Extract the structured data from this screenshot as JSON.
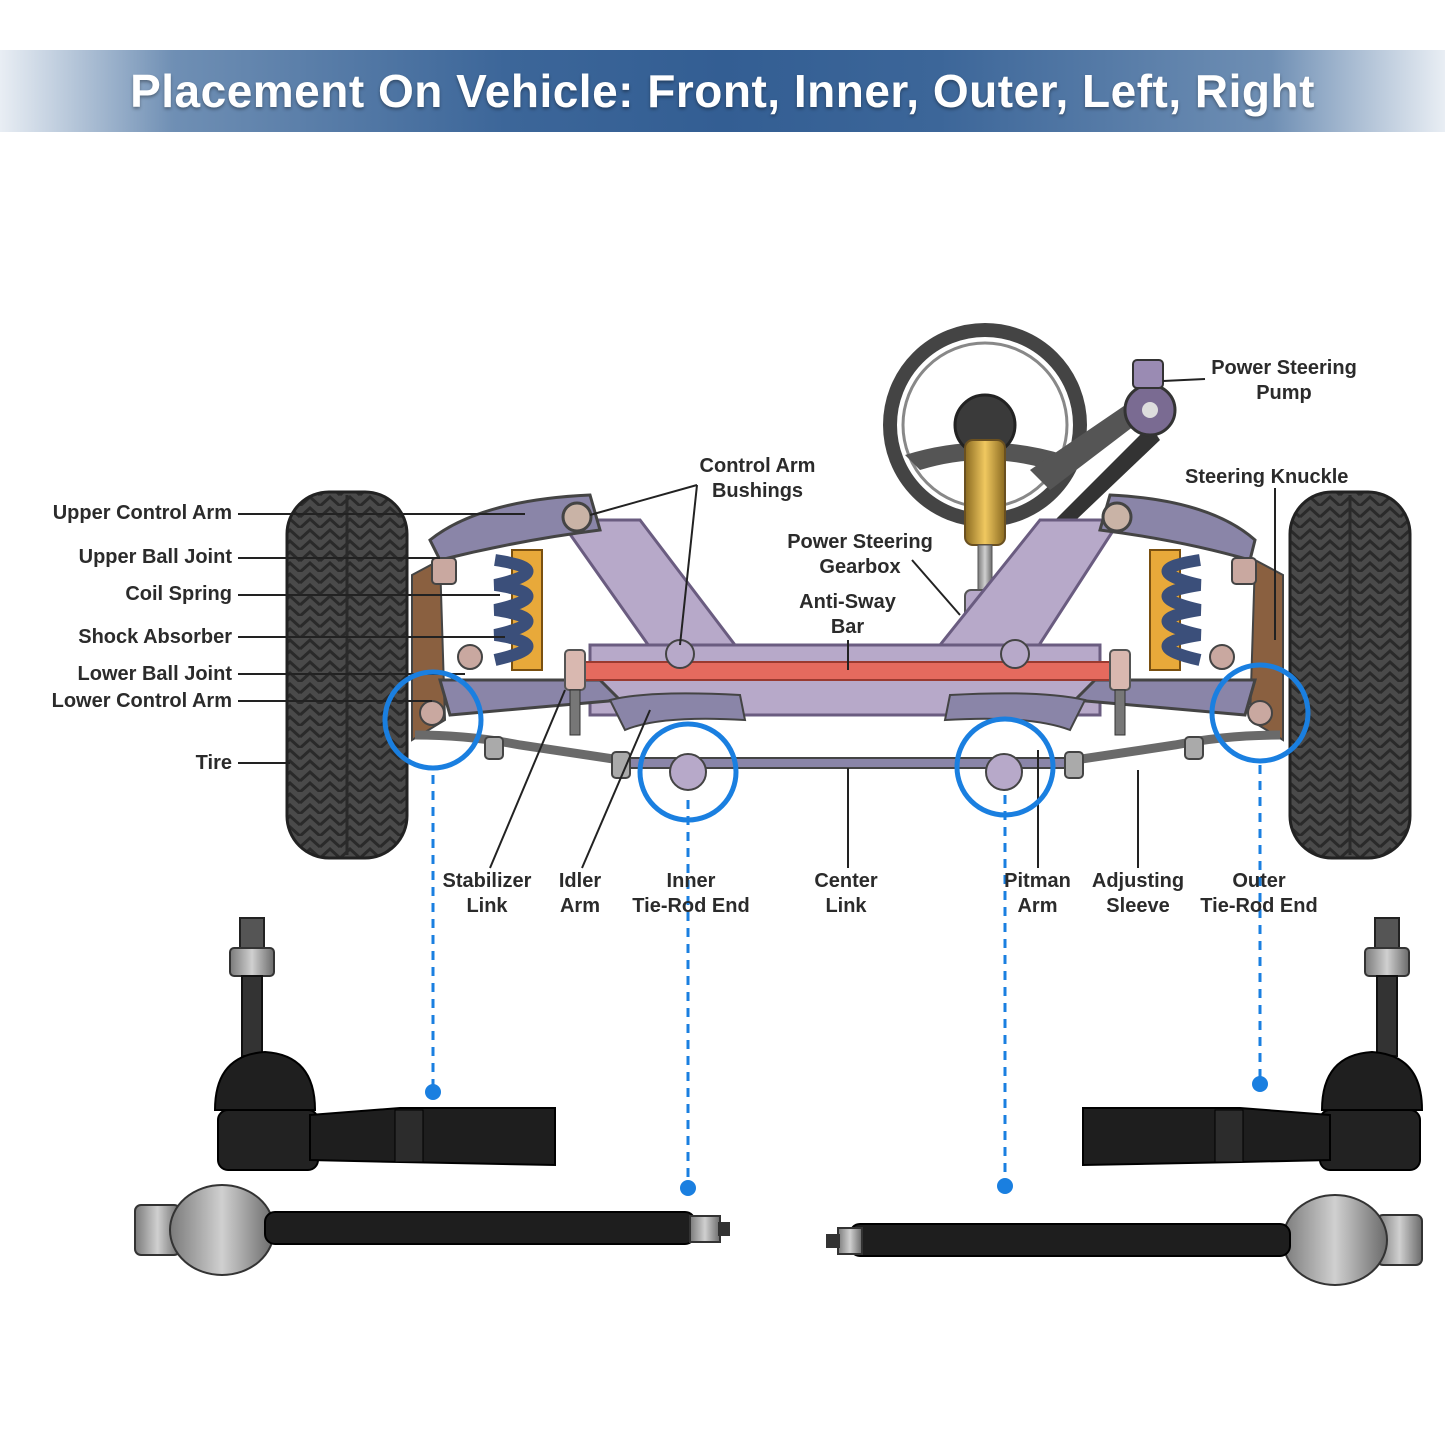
{
  "banner": {
    "title": "Placement On Vehicle: Front, Inner, Outer, Left, Right"
  },
  "labels": {
    "upper_control_arm": "Upper Control Arm",
    "upper_ball_joint": "Upper Ball Joint",
    "coil_spring": "Coil Spring",
    "shock_absorber": "Shock Absorber",
    "lower_ball_joint": "Lower Ball Joint",
    "lower_control_arm": "Lower Control Arm",
    "tire": "Tire",
    "control_arm_bushings": [
      "Control Arm",
      "Bushings"
    ],
    "power_steering_gearbox": [
      "Power Steering",
      "Gearbox"
    ],
    "anti_sway_bar": [
      "Anti-Sway",
      "Bar"
    ],
    "power_steering_pump": [
      "Power Steering",
      "Pump"
    ],
    "steering_knuckle": "Steering Knuckle",
    "stabilizer_link": [
      "Stabilizer",
      "Link"
    ],
    "idler_arm": [
      "Idler",
      "Arm"
    ],
    "inner_tie_rod_end": [
      "Inner",
      "Tie-Rod End"
    ],
    "center_link": [
      "Center",
      "Link"
    ],
    "pitman_arm": [
      "Pitman",
      "Arm"
    ],
    "adjusting_sleeve": [
      "Adjusting",
      "Sleeve"
    ],
    "outer_tie_rod_end": [
      "Outer",
      "Tie-Rod End"
    ]
  },
  "colors": {
    "highlight_circle": "#1a7fe0",
    "anti_sway_bar": "#e56a5e",
    "frame": "#b7a9c9",
    "banner": "#3c6699"
  }
}
